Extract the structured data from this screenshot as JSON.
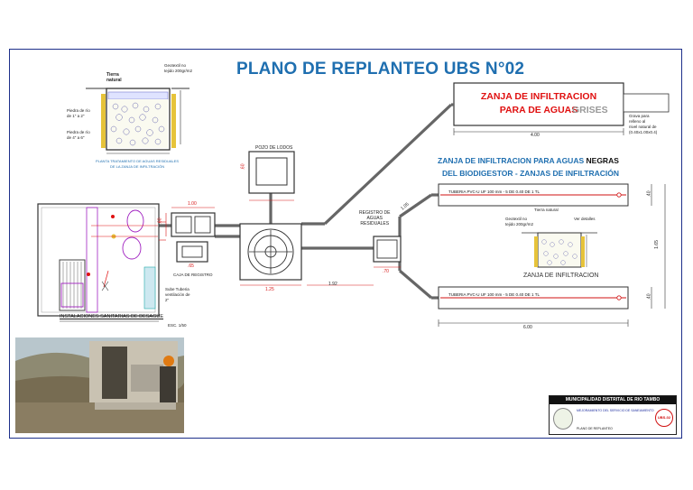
{
  "title": "PLANO DE REPLANTEO UBS N°02",
  "grey_water_trench": {
    "label_red": "ZANJA DE INFILTRACION\nPARA DE AGUAS",
    "label_grey_word": "GRISES",
    "dim_length": "4.00",
    "note": "Grava para\nrelleno al\nnivel natural de\n(0.40x1.00x0.4)"
  },
  "black_water": {
    "heading_line1": "ZANJA DE INFILTRACION PARA AGUAS",
    "heading_word": "NEGRAS",
    "heading_line2": "DEL BIODIGESTOR - ZANJAS DE INFILTRACIÓN",
    "pipe_label": "TUBERIA PVC-U UF 100 mm - 5 DE 0.40 DE 1 TL",
    "section_label": "ZANJA DE INFILTRACION",
    "dim_width": "6.00",
    "dim_height": "1.65",
    "dim_side_top": ".40",
    "dim_side_bottom": ".40",
    "tierra_natural": "Tierra natural",
    "geotextil": "Geotextil no\ntejido 200gr/m2",
    "ver_detalles": "Ver detalles"
  },
  "grease_trap_detail": {
    "tierra_natural": "Tierra\nnatural",
    "geotextil": "Geotextil no\ntejido 200gr/m2",
    "piedra_1": "Piedra de río\nde 1\" a 2\"",
    "piedra_2": "Piedra de río\nde 4\" a 6\"",
    "caption": "PLANTA TRATAMIENTO DE AGUAS RESIDUALES\nDE LA ZANJA DE INFILTRACIÓN"
  },
  "pozo_lodos": {
    "label": "POZO DE LODOS",
    "dim": ".60"
  },
  "registro": {
    "label": "REGISTRO DE\nAGUAS\nRESIDUALES",
    "dim_w": ".70",
    "dim_left": "1.05"
  },
  "biodigestor": {
    "dim": "1.25"
  },
  "pipe_dim": "1.92",
  "caja_registro": {
    "label": "CAJA DE REGISTRO",
    "dim_top": "1.00",
    "dim_side": ".60",
    "dim_bottom": ".65"
  },
  "sanitary": {
    "label": "INSTALACIONES SANITARIAS DE DESAGUE",
    "scale": "ESC. 1/50",
    "note": "Sube Tuberia\nventilación de\n2\""
  },
  "title_block": {
    "municipality": "MUNICIPALIDAD DISTRITAL DE RIO TAMBO",
    "project": "MEJORAMIENTO DEL SERVICIO DE SANEAMIENTO",
    "sheet": "PLANO DE REPLANTEO",
    "code": "UBS-02"
  },
  "colors": {
    "title": "#1f6fb0",
    "red": "#e01010",
    "pipe": "#555555",
    "dim": "#d81818",
    "frame": "#1d2f8a",
    "magenta": "#a020c0"
  }
}
